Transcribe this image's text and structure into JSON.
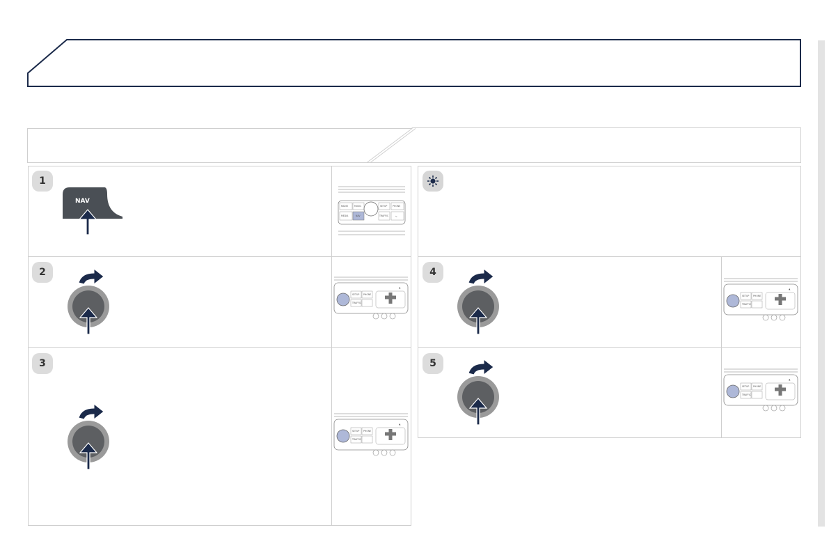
{
  "steps": {
    "one": "1",
    "two": "2",
    "three": "3",
    "four": "4",
    "five": "5"
  },
  "nav_button": {
    "label": "NAV"
  },
  "panel_mini": {
    "top_row": [
      "RADIO",
      "MUSIC",
      "SETUP",
      "PHONE"
    ],
    "bottom_row": [
      "MEDIA",
      "NAV",
      "TRAFFIC"
    ],
    "setup": "SETUP",
    "phone": "PHONE",
    "traffic": "TRAFFIC"
  },
  "colors": {
    "frame": "#1b2a4a",
    "arrow": "#1b2a4a",
    "nav_key": "#4a4f55",
    "knob_outer": "#9a9a9a",
    "knob_inner": "#5d5f62",
    "cell_border": "#cfcfcf",
    "badge": "#dcdcdc",
    "highlight": "#aeb8d8"
  },
  "icons": {
    "tip": "sun-bulb-icon",
    "rotate": "curved-arrow-icon",
    "press": "up-arrow-icon"
  }
}
